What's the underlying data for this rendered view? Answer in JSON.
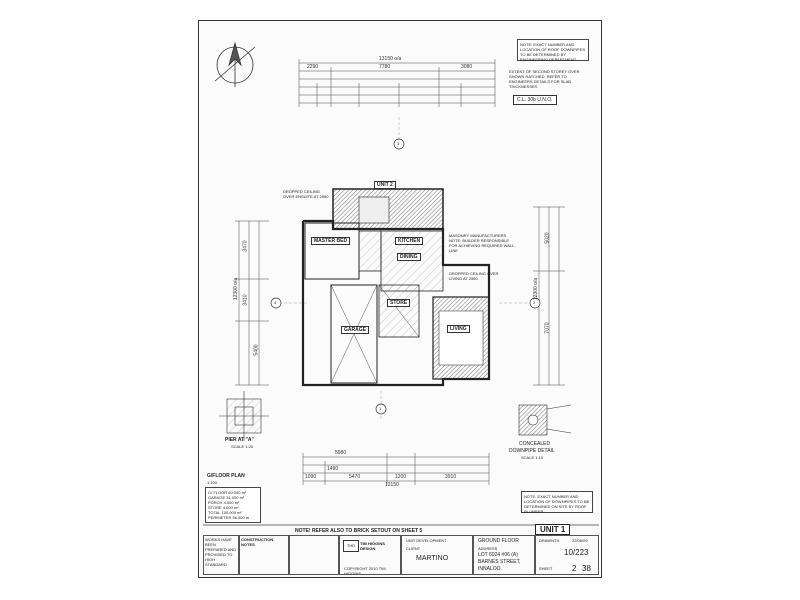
{
  "notes": {
    "top_right": "NOTE: EXACT NUMBER AND LOCATION OF ROOF DOWNPIPES TO BE DETERMINED BY ENGINEERING DEPARTMENT",
    "second_storey": "EXTENT OF SECOND STOREY OVER SHOWN HATCHED. REFER TO ENGINEERS DETAILS FOR SLAB THICKNESSES",
    "cl_label": "C.L. 30b U.N.O.",
    "bottom_right": "NOTE: EXACT NUMBER AND LOCATION OF DOWNPIPES TO BE DETERMINED ON SITE BY ROOF PLUMBER",
    "brick_setout": "NOTE! REFER ALSO TO BRICK SETOUT ON SHEET 5",
    "dropped_ceiling_left": "DROPPED CEILING OVER ENSUITE AT 2550",
    "dropped_ceiling_right": "DROPPED CEILING OVER LIVING AT 2550",
    "masonry_note": "MASONRY MANUFACTURERS NOTE: BUILDER RESPONSIBLE FOR ACHIEVING REQUIRED WALL LINE"
  },
  "dimensions": {
    "top_overall": "13150 o/a",
    "top_left": "2290",
    "top_mid": "7780",
    "top_right": "3080",
    "left_overall": "12300 o/a",
    "right_overall": "12300 o/a",
    "left_a": "3470",
    "left_b": "3410",
    "left_c": "5400",
    "right_a": "5020",
    "right_b": "7070",
    "bottom_overall": "13150",
    "bottom_a": "5980",
    "bottom_b": "5470",
    "bottom_c": "1200",
    "bottom_d": "3910",
    "bottom_e": "1090",
    "bottom_f": "1490"
  },
  "rooms": {
    "unit2": "UNIT 2",
    "master_bed": "MASTER BED",
    "garage": "GARAGE",
    "store": "STORE",
    "living": "LIVING",
    "dining": "DINING",
    "kitchen": "KITCHEN"
  },
  "markers": [
    "1",
    "2",
    "3",
    "4"
  ],
  "details": {
    "pier_title": "PIER AT \"A\"",
    "pier_scale": "SCALE 1:20",
    "downpipe_title_1": "CONCEALED",
    "downpipe_title_2": "DOWNPIPE DETAIL",
    "downpipe_scale": "SCALE 1:10"
  },
  "floor_plan": {
    "title": "G/FLOOR PLAN",
    "scale": "1:100",
    "areas": [
      {
        "label": "G/ FLOOR",
        "value": "60.000 m²"
      },
      {
        "label": "GARAGE",
        "value": "31.000 m²"
      },
      {
        "label": "PORCH",
        "value": "4.500 m²"
      },
      {
        "label": "STORE",
        "value": "4.000 m²"
      },
      {
        "label": "TOTAL",
        "value": "100.000 m²"
      },
      {
        "label": "PERIMETER",
        "value": "56.000 m"
      }
    ]
  },
  "title_block": {
    "unit": "UNIT 1",
    "firm": "TIM HIGGINS DESIGN",
    "logo": "THD",
    "project": "UNIT DEVELOPMENT",
    "client_label": "CLIENT",
    "client": "MARTINO",
    "sheet_title": "GROUND FLOOR",
    "address_label": "ADDRESS",
    "lot": "LOT 6024 #06 (A)",
    "street": "BARNES STREET,",
    "suburb": "INNALOO.",
    "date": "22/06/09",
    "drawn_label": "DRAWN",
    "drawn": "TH",
    "job_no": "10/223",
    "sheet_label": "SHEET",
    "sheet_no": "2",
    "sheet_of": "38",
    "copyright": "COPYRIGHT 2010 TIM HIGGINS",
    "spec_heading": "CONSTRUCTION NOTES",
    "left_note": "WORKS HAVE BEEN PREPARED AND PROVIDED TO HIGH STANDARD"
  }
}
